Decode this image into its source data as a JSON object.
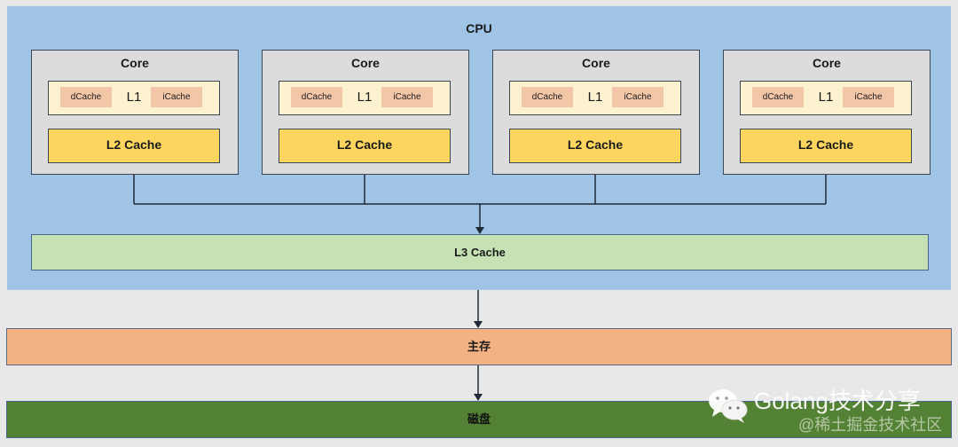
{
  "diagram": {
    "cpu": {
      "title": "CPU",
      "cores": [
        {
          "title": "Core",
          "l1": {
            "label": "L1",
            "dcache": "dCache",
            "icache": "iCache"
          },
          "l2": "L2 Cache"
        },
        {
          "title": "Core",
          "l1": {
            "label": "L1",
            "dcache": "dCache",
            "icache": "iCache"
          },
          "l2": "L2 Cache"
        },
        {
          "title": "Core",
          "l1": {
            "label": "L1",
            "dcache": "dCache",
            "icache": "iCache"
          },
          "l2": "L2 Cache"
        },
        {
          "title": "Core",
          "l1": {
            "label": "L1",
            "dcache": "dCache",
            "icache": "iCache"
          },
          "l2": "L2 Cache"
        }
      ],
      "l3": "L3 Cache"
    },
    "main_memory": "主存",
    "disk": "磁盘"
  },
  "watermark": {
    "title": "Golang技术分享",
    "subtitle": "@稀土掘金技术社区",
    "icon": "wechat-icon"
  },
  "colors": {
    "cpu_bg": "#9fc4e6",
    "core_bg": "#dcdcdc",
    "l1_bg": "#fdf2cf",
    "subcache_bg": "#f4c6a8",
    "l2_bg": "#fbd55e",
    "l3_bg": "#c6e2b4",
    "memory_bg": "#f4b183",
    "disk_bg": "#548235"
  }
}
